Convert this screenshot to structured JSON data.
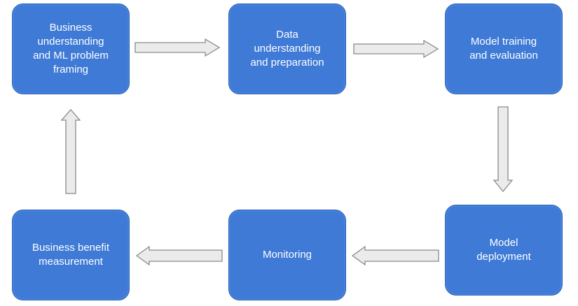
{
  "diagram": {
    "nodes": [
      {
        "id": "n1",
        "label": "Business\nunderstanding\nand ML problem\nframing"
      },
      {
        "id": "n2",
        "label": "Data\nunderstanding\nand preparation"
      },
      {
        "id": "n3",
        "label": "Model training\nand evaluation"
      },
      {
        "id": "n4",
        "label": "Model\ndeployment"
      },
      {
        "id": "n5",
        "label": "Monitoring"
      },
      {
        "id": "n6",
        "label": "Business benefit\nmeasurement"
      }
    ],
    "edges": [
      {
        "from": "n1",
        "to": "n2"
      },
      {
        "from": "n2",
        "to": "n3"
      },
      {
        "from": "n3",
        "to": "n4"
      },
      {
        "from": "n4",
        "to": "n5"
      },
      {
        "from": "n5",
        "to": "n6"
      },
      {
        "from": "n6",
        "to": "n1"
      }
    ],
    "colors": {
      "node_fill": "#3f7ad6",
      "node_text": "#ffffff",
      "arrow_fill": "#ebebeb",
      "arrow_stroke": "#8a8a8a"
    }
  }
}
